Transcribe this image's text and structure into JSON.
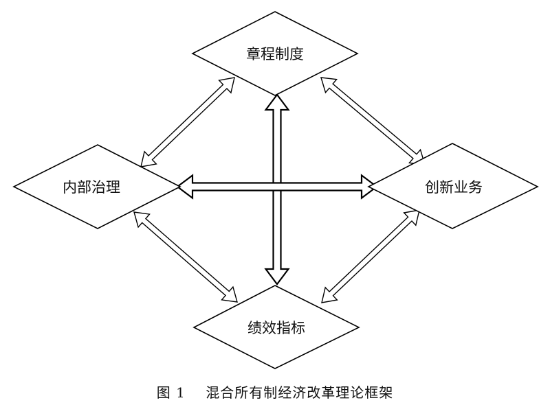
{
  "diagram": {
    "nodes": {
      "top": {
        "label": "章程制度"
      },
      "left": {
        "label": "内部治理"
      },
      "right": {
        "label": "创新业务"
      },
      "bottom": {
        "label": "绩效指标"
      }
    }
  },
  "caption": {
    "figure_number": "图 1",
    "title": "混合所有制经济改革理论框架"
  }
}
